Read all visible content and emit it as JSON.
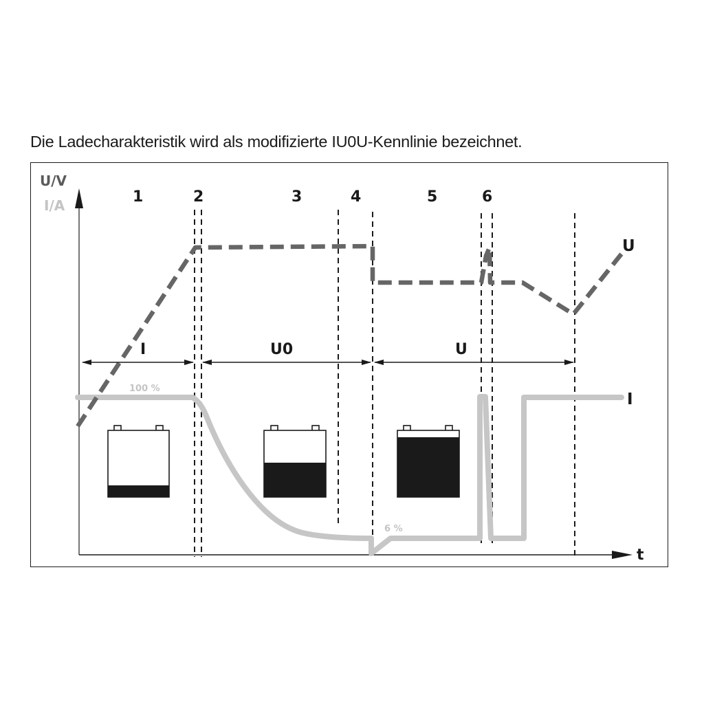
{
  "caption": "Die Ladecharakteristik wird als modifizierte IU0U-Kennlinie bezeichnet.",
  "colors": {
    "voltage_line": "#666666",
    "current_line": "#c6c6c6",
    "text_dark": "#1a1a1a",
    "text_gray": "#5a5a5a",
    "text_light": "#c4c4c4",
    "battery_fill": "#1a1a1a"
  },
  "axes": {
    "y_label_voltage": "U/V",
    "y_label_current": "I/A",
    "x_label": "t"
  },
  "phase_numbers": [
    "1",
    "2",
    "3",
    "4",
    "5",
    "6"
  ],
  "phase_ranges": [
    {
      "label": "I"
    },
    {
      "label": "U0"
    },
    {
      "label": "U"
    }
  ],
  "series_labels": {
    "voltage": "U",
    "current": "I"
  },
  "annotations": {
    "current_start": "100 %",
    "current_min": "6 %"
  },
  "batteries": [
    {
      "name": "battery-low",
      "charge_fraction": 0.17
    },
    {
      "name": "battery-half",
      "charge_fraction": 0.52
    },
    {
      "name": "battery-full",
      "charge_fraction": 0.88
    }
  ],
  "chart_data": {
    "type": "line",
    "title": "Die Ladecharakteristik wird als modifizierte IU0U-Kennlinie bezeichnet.",
    "xlabel": "t",
    "ylabel": "U/V, I/A",
    "grid": false,
    "legend_position": "inline labels at right end of curves",
    "phases": [
      {
        "number": "1",
        "x_range": [
          0,
          170
        ]
      },
      {
        "number": "2",
        "x_range": [
          170,
          180
        ]
      },
      {
        "number": "3",
        "x_range": [
          180,
          380
        ]
      },
      {
        "number": "4",
        "x_range": [
          380,
          430
        ]
      },
      {
        "number": "5",
        "x_range": [
          430,
          585
        ]
      },
      {
        "number": "6",
        "x_range": [
          585,
          600
        ]
      }
    ],
    "segments": [
      {
        "label": "I",
        "x_range": [
          0,
          170
        ]
      },
      {
        "label": "U0",
        "x_range": [
          180,
          430
        ]
      },
      {
        "label": "U",
        "x_range": [
          430,
          725
        ]
      }
    ],
    "series": [
      {
        "name": "U (voltage, dashed)",
        "x": [
          0,
          172,
          430,
          430,
          585,
          600,
          600,
          648,
          725,
          800
        ],
        "y": [
          45,
          100,
          100,
          80,
          80,
          100,
          80,
          80,
          63,
          100
        ]
      },
      {
        "name": "I (current)",
        "x": [
          0,
          170,
          190,
          240,
          300,
          380,
          430,
          433,
          455,
          585,
          588,
          598,
          600,
          648,
          648,
          800
        ],
        "y": [
          100,
          100,
          88,
          45,
          22,
          8,
          6,
          0,
          6,
          6,
          100,
          100,
          6,
          6,
          100,
          100
        ]
      }
    ],
    "annotations": [
      "100 %",
      "6 %"
    ]
  }
}
